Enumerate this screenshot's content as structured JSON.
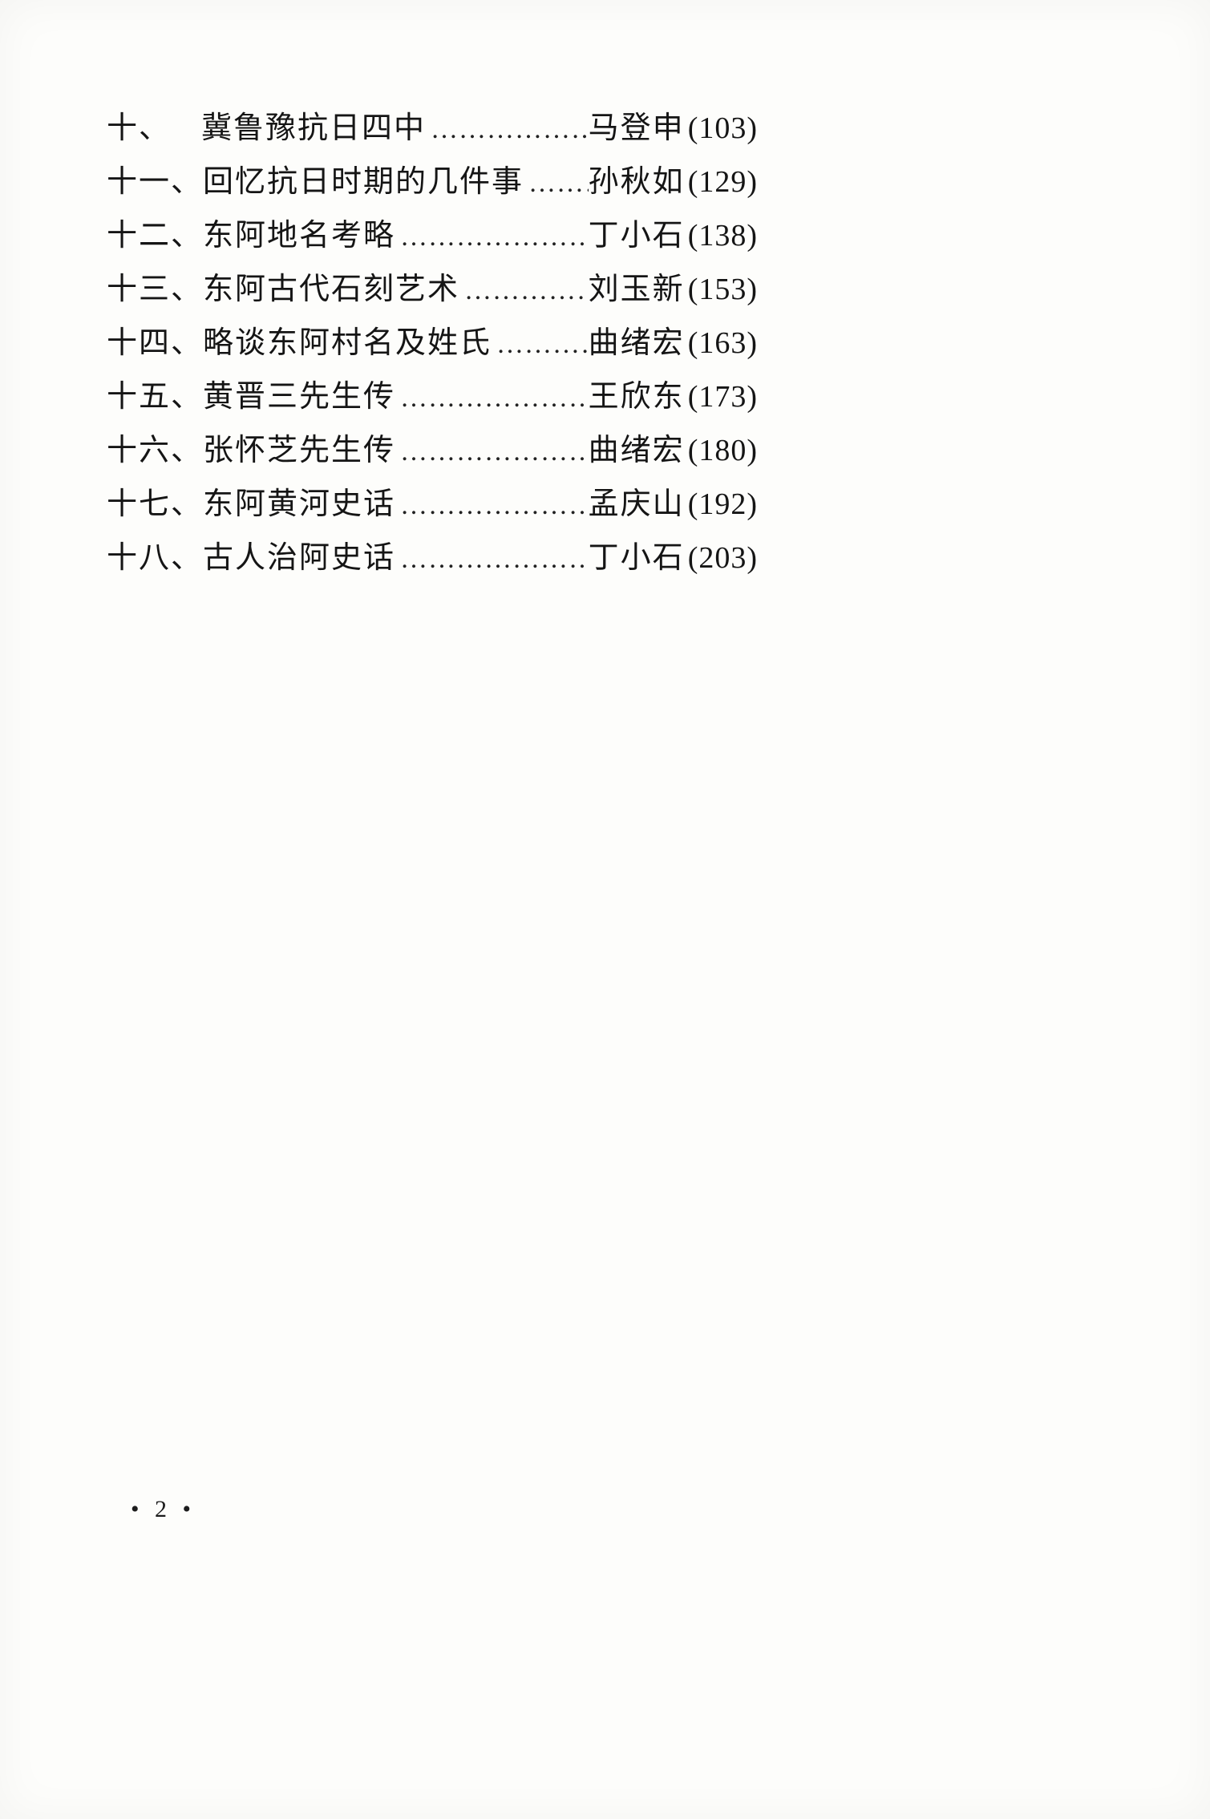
{
  "page": {
    "footer_page_number": "• 2 •"
  },
  "toc": {
    "entries": [
      {
        "index": "十、",
        "title": "冀鲁豫抗日四中",
        "leader": "……………………………………",
        "author": "马登申",
        "page": "(103)"
      },
      {
        "index": "十一、",
        "title": "回忆抗日时期的几件事",
        "leader": "……………………………………",
        "author": "孙秋如",
        "page": "(129)"
      },
      {
        "index": "十二、",
        "title": "东阿地名考略",
        "leader": "……………………………………",
        "author": "丁小石",
        "page": "(138)"
      },
      {
        "index": "十三、",
        "title": "东阿古代石刻艺术",
        "leader": "……………………………………",
        "author": "刘玉新",
        "page": "(153)"
      },
      {
        "index": "十四、",
        "title": "略谈东阿村名及姓氏",
        "leader": "……………………………………",
        "author": "曲绪宏",
        "page": "(163)"
      },
      {
        "index": "十五、",
        "title": "黄晋三先生传",
        "leader": "……………………………………",
        "author": "王欣东",
        "page": "(173)"
      },
      {
        "index": "十六、",
        "title": "张怀芝先生传",
        "leader": "……………………………………",
        "author": "曲绪宏",
        "page": "(180)"
      },
      {
        "index": "十七、",
        "title": "东阿黄河史话",
        "leader": "……………………………………",
        "author": "孟庆山",
        "page": "(192)"
      },
      {
        "index": "十八、",
        "title": "古人治阿史话",
        "leader": "……………………………………",
        "author": "丁小石",
        "page": "(203)"
      }
    ]
  }
}
